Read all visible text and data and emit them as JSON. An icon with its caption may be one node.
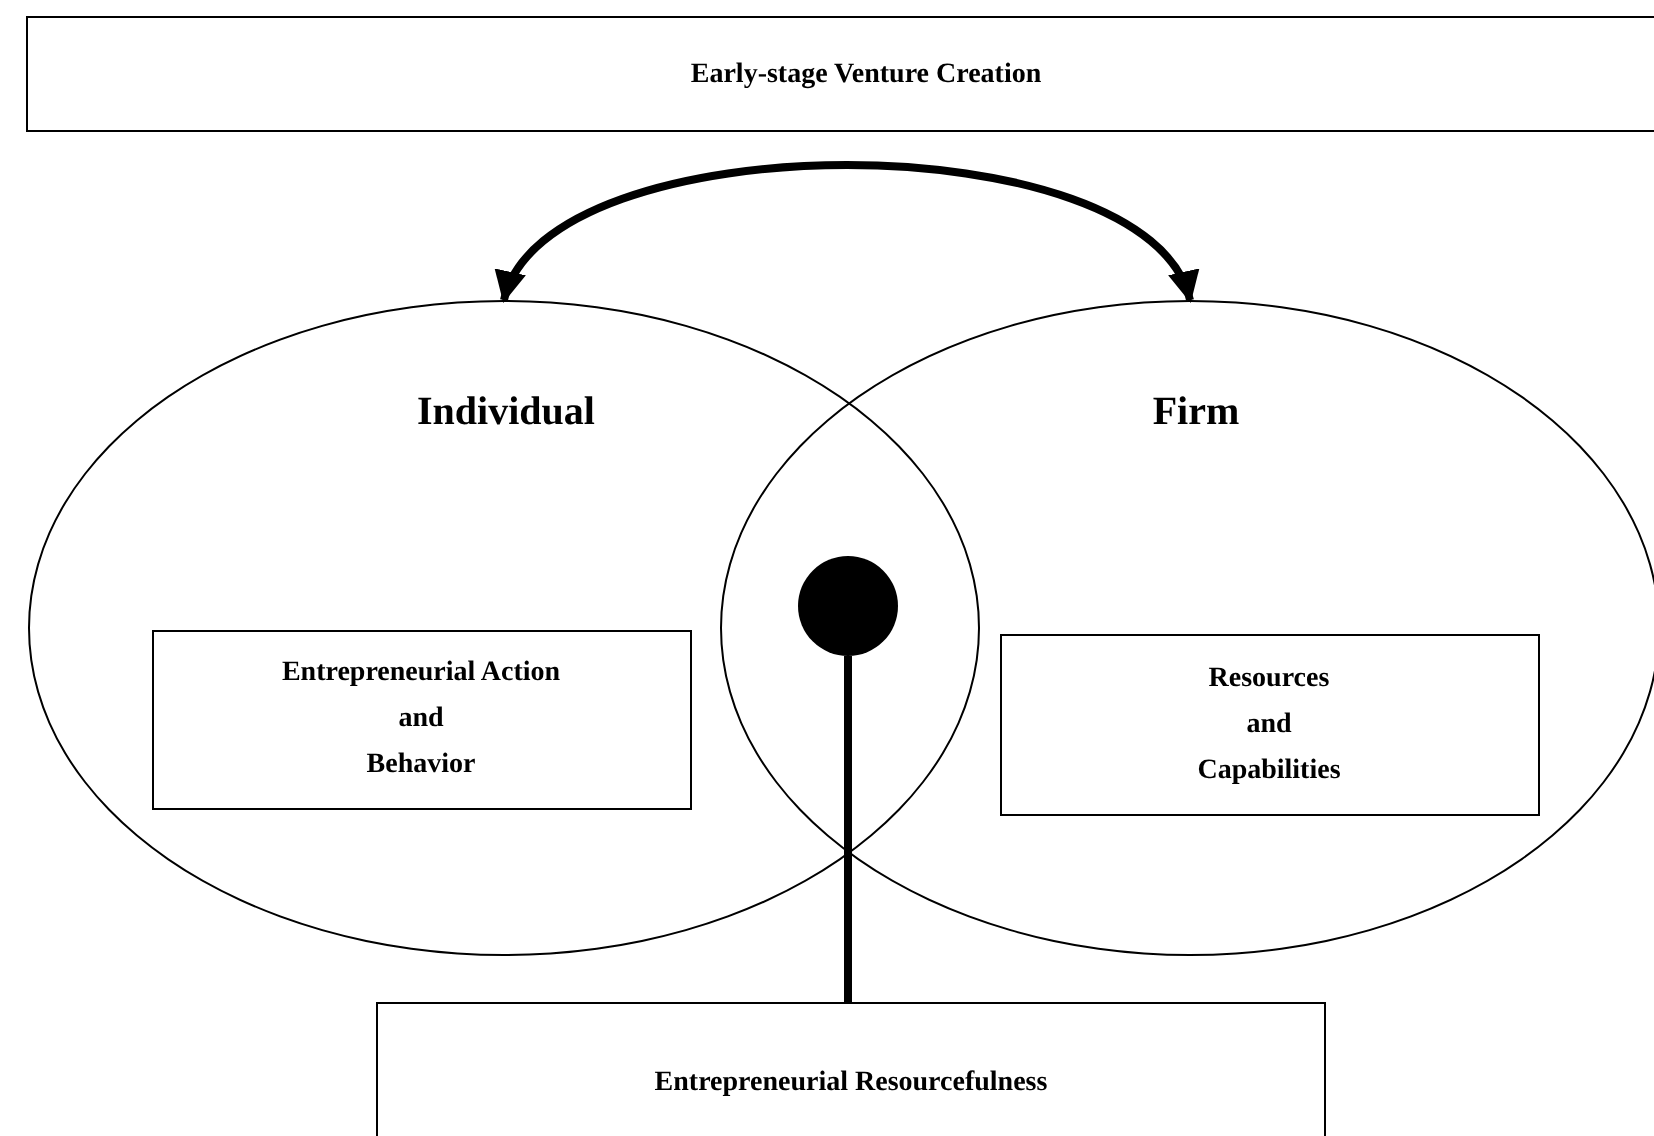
{
  "diagram": {
    "nodes": [
      {
        "text": [
          "Early-stage Venture Creation"
        ]
      },
      {
        "text": [
          "Individual"
        ]
      },
      {
        "text": [
          "Entrepreneurial Action and Behavior"
        ],
        "in": 1
      },
      {
        "text": [
          "Firm"
        ]
      },
      {
        "text": [
          "Resources and Capabilities"
        ],
        "in": 3
      },
      {
        "text": [],
        "shape": "circle"
      },
      {
        "text": [
          "Entrepreneurial Resourcefulness"
        ]
      }
    ],
    "edges": [
      {
        "from": 1,
        "to": 3,
        "arrow": "both"
      },
      {
        "from": 5,
        "to": 6,
        "arrow": "none"
      }
    ]
  }
}
